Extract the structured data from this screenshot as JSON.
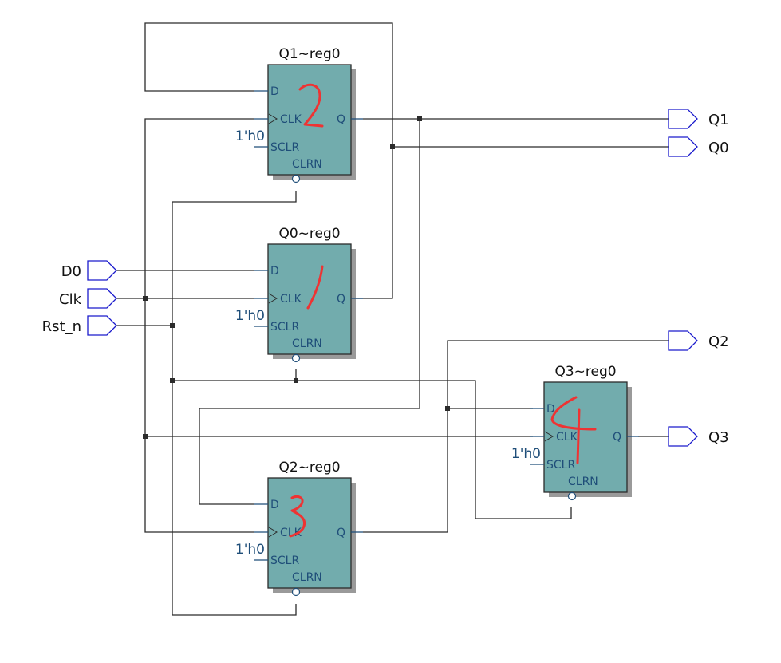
{
  "diagram": {
    "type": "rtl-schematic",
    "colors": {
      "register_fill": "#72acad",
      "wire": "#2b2b2b",
      "pin_text": "#1f4e79",
      "port_outline": "#1a1acc",
      "annotation": "#ee3333"
    },
    "registers": [
      {
        "id": "q1",
        "name": "Q1~reg0",
        "annotation": "2",
        "pins": {
          "d": "D",
          "clk": "CLK",
          "q": "Q",
          "sclr": "SCLR",
          "clrn": "CLRN"
        },
        "sclr_const": "1'h0"
      },
      {
        "id": "q0",
        "name": "Q0~reg0",
        "annotation": "1",
        "pins": {
          "d": "D",
          "clk": "CLK",
          "q": "Q",
          "sclr": "SCLR",
          "clrn": "CLRN"
        },
        "sclr_const": "1'h0"
      },
      {
        "id": "q2",
        "name": "Q2~reg0",
        "annotation": "3",
        "pins": {
          "d": "D",
          "clk": "CLK",
          "q": "Q",
          "sclr": "SCLR",
          "clrn": "CLRN"
        },
        "sclr_const": "1'h0"
      },
      {
        "id": "q3",
        "name": "Q3~reg0",
        "annotation": "4",
        "pins": {
          "d": "D",
          "clk": "CLK",
          "q": "Q",
          "sclr": "SCLR",
          "clrn": "CLRN"
        },
        "sclr_const": "1'h0"
      }
    ],
    "inputs": [
      {
        "id": "d0",
        "label": "D0"
      },
      {
        "id": "clk",
        "label": "Clk"
      },
      {
        "id": "rst",
        "label": "Rst_n"
      }
    ],
    "outputs": [
      {
        "id": "q1",
        "label": "Q1"
      },
      {
        "id": "q0",
        "label": "Q0"
      },
      {
        "id": "q2",
        "label": "Q2"
      },
      {
        "id": "q3",
        "label": "Q3"
      }
    ],
    "connections": [
      {
        "from": "D0",
        "to": "Q0~reg0.D"
      },
      {
        "from": "Clk",
        "to": [
          "Q0~reg0.CLK",
          "Q1~reg0.CLK",
          "Q2~reg0.CLK",
          "Q3~reg0.CLK"
        ]
      },
      {
        "from": "Rst_n",
        "to": [
          "Q0~reg0.CLRN",
          "Q1~reg0.CLRN",
          "Q2~reg0.CLRN",
          "Q3~reg0.CLRN"
        ]
      },
      {
        "from": "Q0~reg0.Q",
        "to": [
          "Q1~reg0.D",
          "Q0"
        ]
      },
      {
        "from": "Q1~reg0.Q",
        "to": [
          "Q2~reg0.D",
          "Q1"
        ]
      },
      {
        "from": "Q2~reg0.Q",
        "to": [
          "Q3~reg0.D",
          "Q2"
        ]
      },
      {
        "from": "Q3~reg0.Q",
        "to": "Q3"
      }
    ]
  }
}
